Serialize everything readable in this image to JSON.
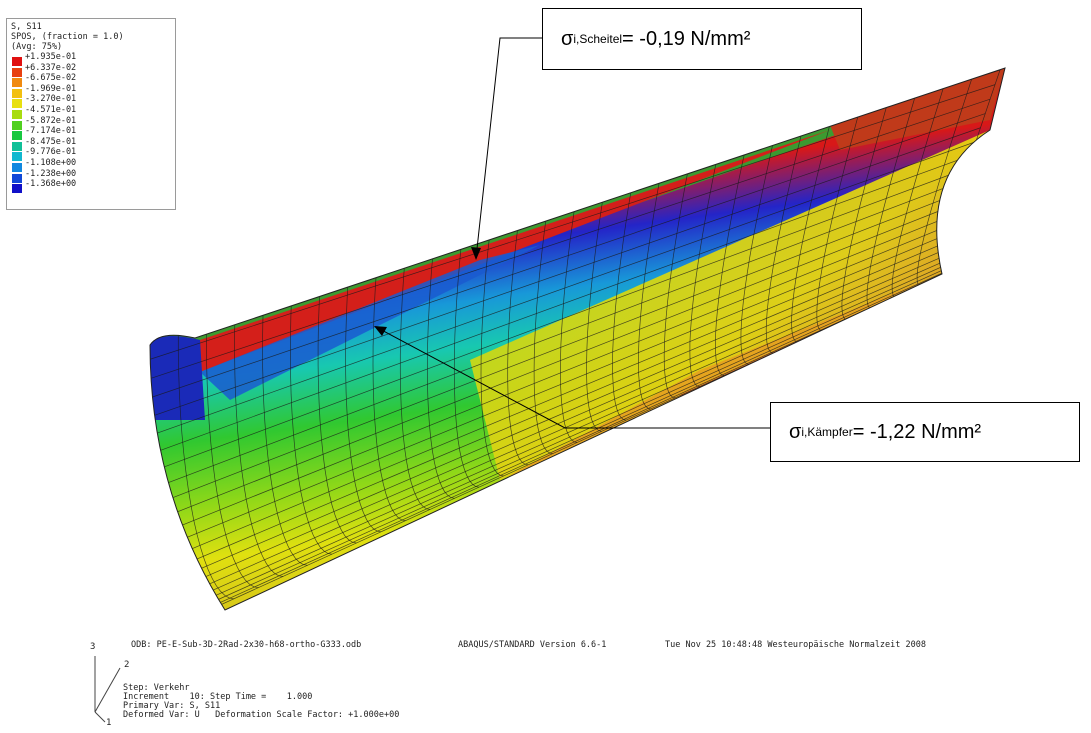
{
  "legend": {
    "header_line1": "S, S11",
    "header_line2": "SPOS, (fraction = 1.0)",
    "header_line3": "(Avg: 75%)",
    "entries": [
      {
        "value": "+1.935e-01",
        "color": "#e01010"
      },
      {
        "value": "+6.337e-02",
        "color": "#e84010"
      },
      {
        "value": "-6.675e-02",
        "color": "#f08a10"
      },
      {
        "value": "-1.969e-01",
        "color": "#f2c010"
      },
      {
        "value": "-3.270e-01",
        "color": "#e8e010"
      },
      {
        "value": "-4.571e-01",
        "color": "#a8dc10"
      },
      {
        "value": "-5.872e-01",
        "color": "#50d020"
      },
      {
        "value": "-7.174e-01",
        "color": "#18c840"
      },
      {
        "value": "-8.475e-01",
        "color": "#10c098"
      },
      {
        "value": "-9.776e-01",
        "color": "#10b8d0"
      },
      {
        "value": "-1.108e+00",
        "color": "#1088e0"
      },
      {
        "value": "-1.238e+00",
        "color": "#1048d8"
      },
      {
        "value": "-1.368e+00",
        "color": "#1010c8"
      }
    ]
  },
  "callouts": {
    "scheitel": {
      "sigma": "σ",
      "sub": "i,Scheitel",
      "value": " = -0,19 N/mm²"
    },
    "kaempfer": {
      "sigma": "σ",
      "sub": "i,Kämpfer",
      "value": " = -1,22 N/mm²"
    }
  },
  "info": {
    "odb": "ODB: PE-E-Sub-3D-2Rad-2x30-h68-ortho-G333.odb",
    "version": "ABAQUS/STANDARD Version 6.6-1",
    "date": "Tue Nov 25 10:48:48 Westeuropäische Normalzeit 2008",
    "step": "Step: Verkehr",
    "increment": "Increment    10: Step Time =    1.000",
    "primary": "Primary Var: S, S11",
    "deformed": "Deformed Var: U   Deformation Scale Factor: +1.000e+00"
  },
  "triad": {
    "axis3": "3",
    "axis2": "2",
    "axis1": "1"
  }
}
